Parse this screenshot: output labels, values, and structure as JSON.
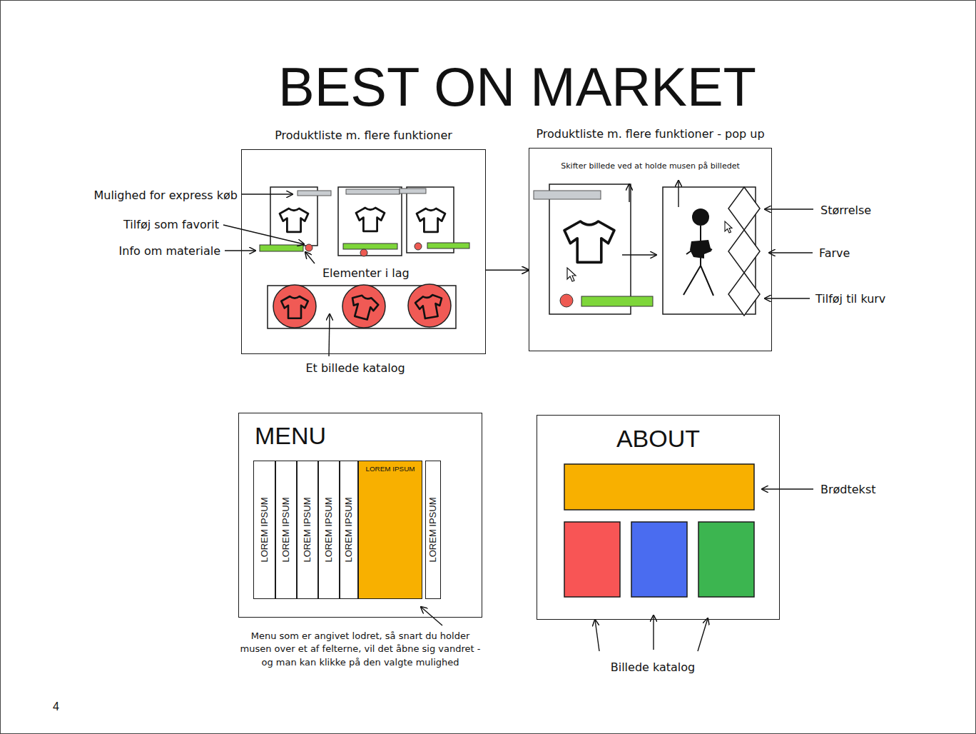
{
  "diagram": {
    "title": "BEST ON MARKET",
    "nodes": [
      {
        "text": [
          "Produktliste m. flere funktioner"
        ]
      },
      {
        "text": [
          "Produktliste m. flere funktioner - pop up",
          "Skifter billede ved at holde musen på billedet"
        ]
      },
      {
        "text": [
          "MENU"
        ]
      },
      {
        "text": [
          "LOREM IPSUM"
        ],
        "in": 2
      },
      {
        "text": [
          "LOREM IPSUM"
        ],
        "in": 2
      },
      {
        "text": [
          "LOREM IPSUM"
        ],
        "in": 2
      },
      {
        "text": [
          "LOREM IPSUM"
        ],
        "in": 2
      },
      {
        "text": [
          "LOREM IPSUM"
        ],
        "in": 2
      },
      {
        "text": [
          "LOREM IPSUM"
        ],
        "in": 2
      },
      {
        "text": [
          "LOREM IPSUM"
        ],
        "in": 2
      },
      {
        "text": [
          "ABOUT"
        ]
      }
    ],
    "edges": [
      {
        "from": 0,
        "to": 1,
        "arrow": "to"
      }
    ],
    "labels": [
      "Mulighed for express køb",
      "Tilføj som favorit",
      "Info om materiale",
      "Elementer i lag",
      "Et billede katalog",
      "Størrelse",
      "Farve",
      "Tilføj til kurv",
      "Menu som er angivet lodret, så snart du holder musen over et af felterne, vil det åbne sig vandret - og man kan klikke på den valgte mulighed",
      "Brødtekst",
      "Billede katalog",
      "4"
    ]
  }
}
